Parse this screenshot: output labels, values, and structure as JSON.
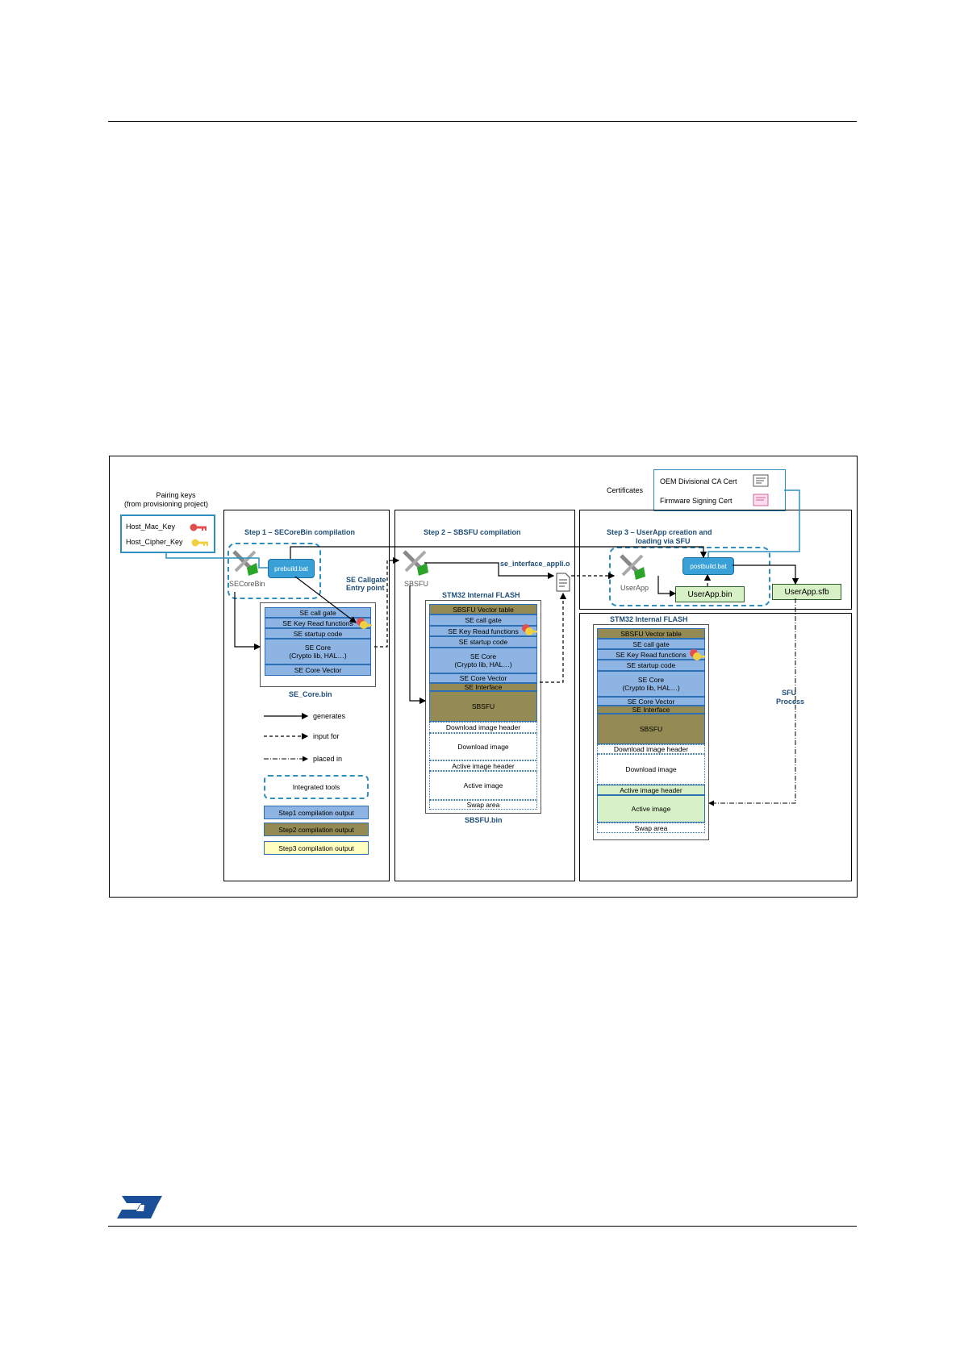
{
  "pairing": {
    "title_line1": "Pairing keys",
    "title_line2": "(from provisioning project)",
    "key1": "Host_Mac_Key",
    "key2": "Host_Cipher_Key"
  },
  "certificates": {
    "label": "Certificates",
    "cert1": "OEM Divisional  CA Cert",
    "cert2": "Firmware Signing Cert"
  },
  "step1": {
    "title": "Step 1 – SECoreBin compilation",
    "tool_label": "SECoreBin",
    "prebuild": "prebuild.bat",
    "callgate_line1": "SE Callgate",
    "callgate_line2": "Entry point",
    "bin_name": "SE_Core.bin",
    "rows": [
      "SE call gate",
      "SE Key Read functions",
      "SE startup code",
      "SE Core\n(Crypto lib, HAL…)",
      "SE Core Vector"
    ]
  },
  "step2": {
    "title": "Step 2 – SBSFU compilation",
    "tool_label": "SBSFU",
    "interface_file": "se_interface_appli.o",
    "flash_title": "STM32 Internal FLASH",
    "bin_name": "SBSFU.bin",
    "rows": [
      "SBSFU Vector table",
      "SE call gate",
      "SE Key Read functions",
      "SE startup code",
      "SE Core\n(Crypto lib, HAL…)",
      "SE Core Vector",
      "SE Interface",
      "SBSFU",
      "Download image header",
      "Download image",
      "Active image header",
      "Active image",
      "Swap area"
    ]
  },
  "step3": {
    "title_line1": "Step 3 – UserApp creation and",
    "title_line2": "loading via SFU",
    "tool_label": "UserApp",
    "postbuild": "postbuild.bat",
    "userapp_bin": "UserApp.bin",
    "userapp_sfb": "UserApp.sfb",
    "flash_title": "STM32 Internal FLASH",
    "sfu_line1": "SFU",
    "sfu_line2": "Process",
    "rows": [
      "SBSFU Vector table",
      "SE call gate",
      "SE Key Read functions",
      "SE startup code",
      "SE Core\n(Crypto lib, HAL…)",
      "SE Core Vector",
      "SE Interface",
      "SBSFU",
      "Download image header",
      "Download image",
      "Active image header",
      "Active image",
      "Swap area"
    ]
  },
  "legend": {
    "generates": "generates",
    "input_for": "input for",
    "placed_in": "placed in",
    "integrated_tools": "Integrated tools",
    "step1_output": "Step1 compilation output",
    "step2_output": "Step2 compilation output",
    "step3_output": "Step3  compilation output"
  },
  "colors": {
    "step1_output": "#8db4e2",
    "step2_output": "#948a54",
    "step3_output": "#ffffc0",
    "active_green": "#d7f0c5",
    "tool_blue": "#3aa0d8"
  },
  "logo_text": "ST"
}
